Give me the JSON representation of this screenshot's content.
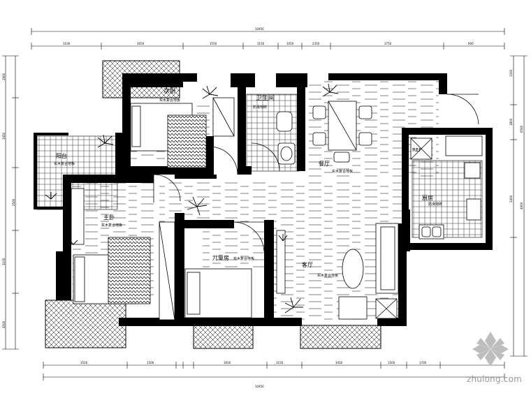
{
  "watermark": {
    "site": "zhulong.com"
  },
  "rooms": {
    "secondary_bedroom": {
      "name": "次卧",
      "finish": "实木复合地板"
    },
    "bathroom": {
      "name": "卫生间",
      "finish": "防滑地砖"
    },
    "dining": {
      "name": "餐厅",
      "finish": "实木复合地板"
    },
    "balcony_west": {
      "name": "阳台",
      "finish": "实木复合地板"
    },
    "master_bedroom": {
      "name": "主卧",
      "finish": "实木复合地板"
    },
    "kids_room": {
      "name": "儿童房",
      "finish": "实木复合地板"
    },
    "living_room": {
      "name": "客厅",
      "finish": "实木复合地板"
    },
    "kitchen": {
      "name": "厨房",
      "finish": "防滑地砖"
    },
    "fridge": {
      "name": "REF"
    }
  },
  "dimensions": {
    "top_total": "10450",
    "bottom_total": "10450",
    "top": [
      "3100",
      "3050",
      "3550",
      "1150",
      "1050",
      "2350",
      "3750",
      "600"
    ],
    "bottom": [
      "3550",
      "1500",
      "1650",
      "3150",
      "3450",
      "1500",
      "1700"
    ],
    "left": [
      "2900",
      "3450",
      "2500",
      "3100",
      "4500"
    ],
    "right": [
      "1300",
      "1800",
      "3400",
      "4900",
      "6500"
    ]
  }
}
